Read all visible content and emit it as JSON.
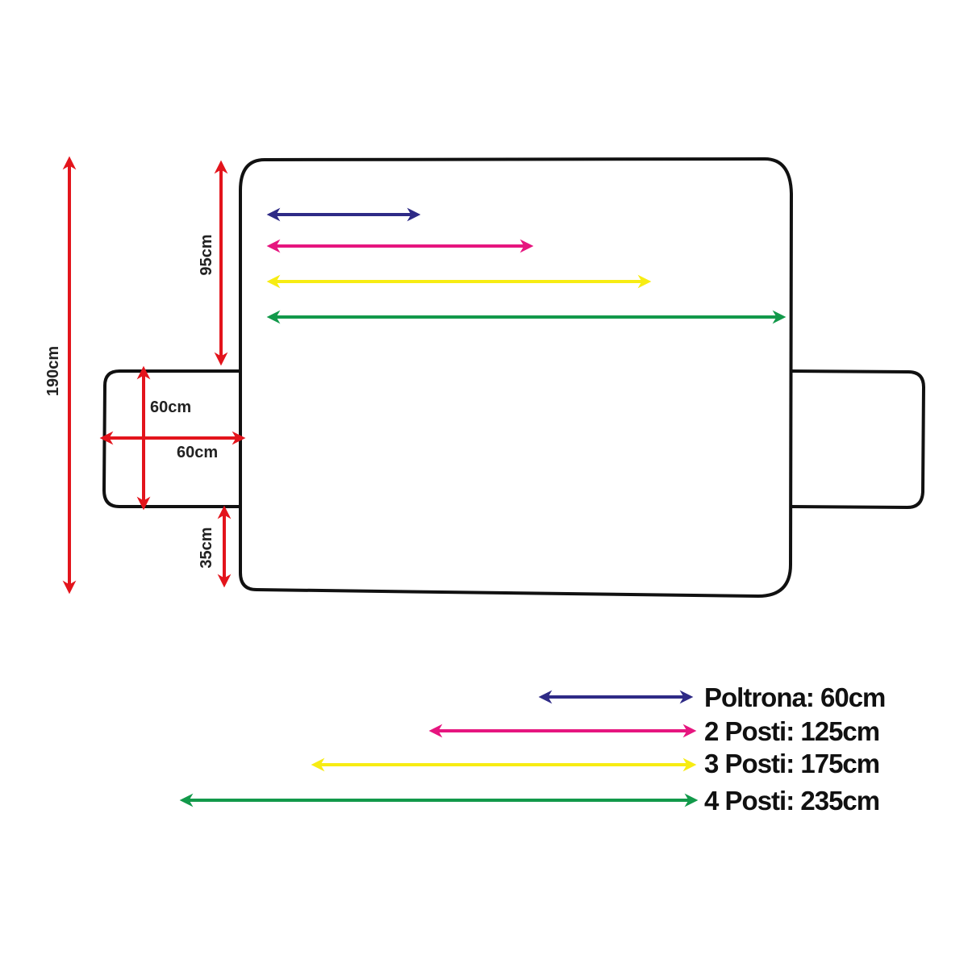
{
  "colors": {
    "outline": "#111111",
    "dimension": "#e3141c",
    "poltrona": "#2e2a86",
    "posti_2": "#e6157f",
    "posti_3": "#f7ec13",
    "posti_4": "#12994a"
  },
  "dimensions": {
    "total_height": "190cm",
    "back_height": "95cm",
    "armrest_length": "60cm",
    "armrest_width": "60cm",
    "front_drop": "35cm"
  },
  "legend": {
    "poltrona": "Poltrona: 60cm",
    "posti_2": "2 Posti: 125cm",
    "posti_3": "3 Posti: 175cm",
    "posti_4": "4 Posti: 235cm"
  }
}
